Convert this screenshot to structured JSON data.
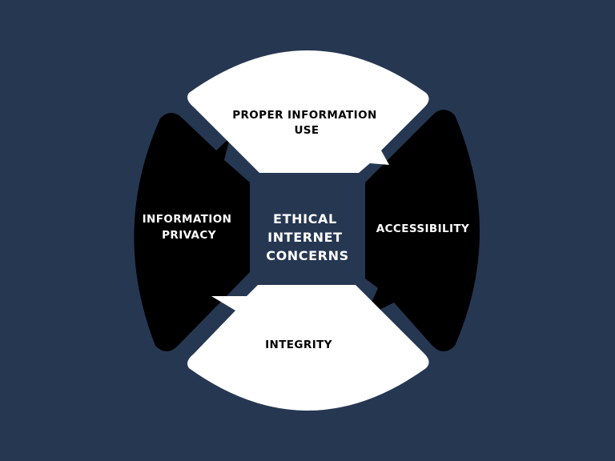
{
  "diagram": {
    "center": {
      "lines": [
        "ETHICAL",
        "INTERNET",
        "CONCERNS"
      ]
    },
    "segments": {
      "top": {
        "lines": [
          "PROPER INFORMATION",
          "USE"
        ],
        "fill": "#ffffff",
        "text_color": "#000000"
      },
      "right": {
        "lines": [
          "ACCESSIBILITY"
        ],
        "fill": "#000000",
        "text_color": "#ffffff"
      },
      "bottom": {
        "lines": [
          "INTEGRITY"
        ],
        "fill": "#ffffff",
        "text_color": "#000000"
      },
      "left": {
        "lines": [
          "INFORMATION",
          "PRIVACY"
        ],
        "fill": "#000000",
        "text_color": "#ffffff"
      }
    },
    "background": "#263752",
    "center_text_color": "#ffffff"
  }
}
